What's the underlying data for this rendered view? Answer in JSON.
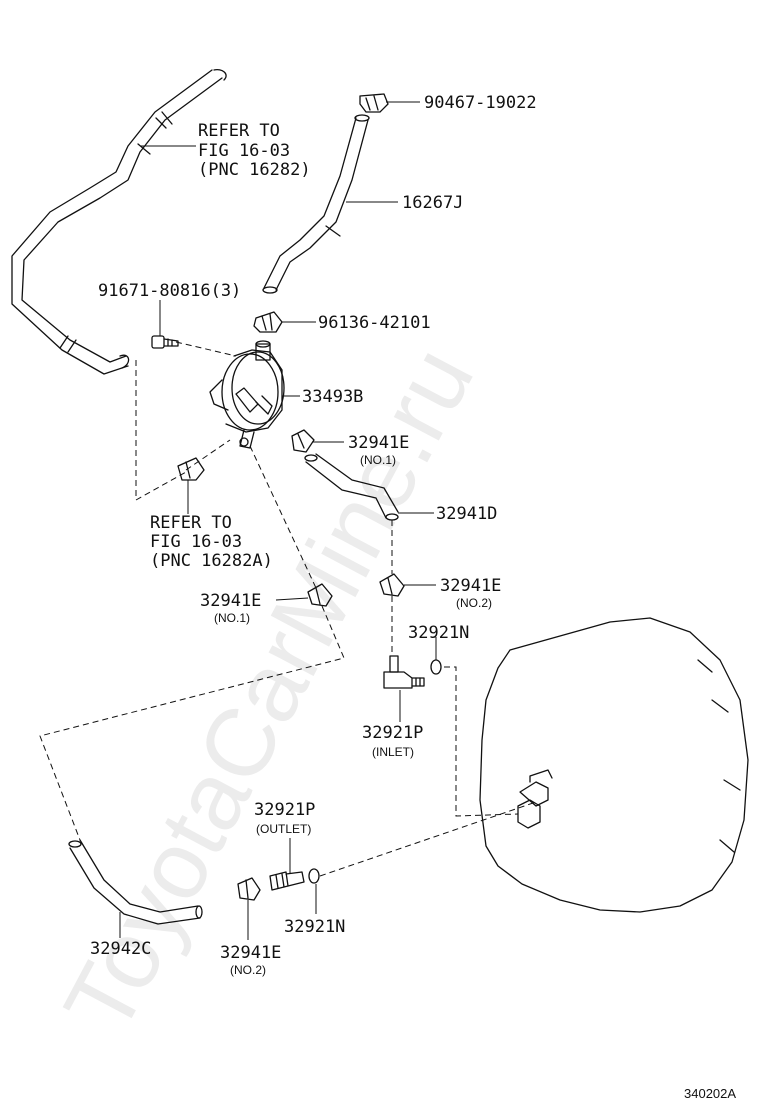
{
  "watermark": "ToyotaCarMine.ru",
  "figure_id": "340202A",
  "labels": {
    "p90467": "90467-19022",
    "refer1_line1": "REFER TO",
    "refer1_line2": "FIG 16-03",
    "refer1_line3": "(PNC 16282)",
    "p16267J": "16267J",
    "p91671": "91671-80816(3)",
    "p96136": "96136-42101",
    "p33493B": "33493B",
    "p32941E_a": "32941E",
    "p32941E_a_sub": "(NO.1)",
    "refer2_line1": "REFER TO",
    "refer2_line2": "FIG 16-03",
    "refer2_line3": "(PNC 16282A)",
    "p32941D": "32941D",
    "p32941E_b": "32941E",
    "p32941E_b_sub": "(NO.2)",
    "p32941E_c": "32941E",
    "p32941E_c_sub": "(NO.1)",
    "p32921N_a": "32921N",
    "p32921P_a": "32921P",
    "p32921P_a_sub": "(INLET)",
    "p32921P_b": "32921P",
    "p32921P_b_sub": "(OUTLET)",
    "p32942C": "32942C",
    "p32941E_d": "32941E",
    "p32941E_d_sub": "(NO.2)",
    "p32921N_b": "32921N"
  }
}
